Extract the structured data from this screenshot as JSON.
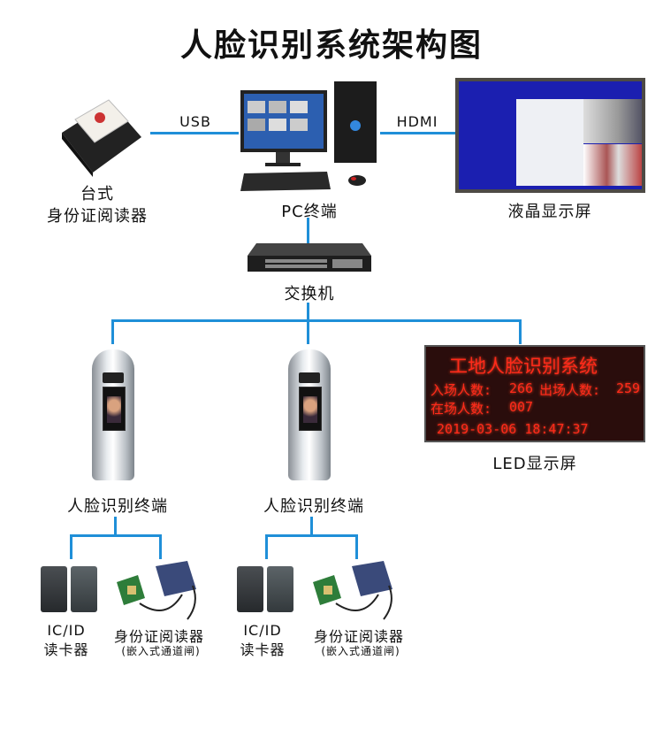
{
  "title": "人脸识别系统架构图",
  "nodes": {
    "desk_reader": {
      "line1": "台式",
      "line2": "身份证阅读器"
    },
    "pc": "PC终端",
    "lcd": "液晶显示屏",
    "switch": "交换机",
    "led": "LED显示屏",
    "terminal1": "人脸识别终端",
    "terminal2": "人脸识别终端"
  },
  "links": {
    "usb": "USB",
    "hdmi": "HDMI"
  },
  "led_screen": {
    "title": "工地人脸识别系统",
    "in_label": "入场人数:",
    "in_value": "266",
    "out_label": "出场人数:",
    "out_value": "259",
    "present_label": "在场人数:",
    "present_value": "007",
    "datetime": "2019-03-06 18:47:37"
  },
  "groups": [
    {
      "card_reader": {
        "line1": "IC/ID",
        "line2": "读卡器"
      },
      "id_reader": {
        "line1": "身份证阅读器",
        "line2": "(嵌入式通道闸)"
      }
    },
    {
      "card_reader": {
        "line1": "IC/ID",
        "line2": "读卡器"
      },
      "id_reader": {
        "line1": "身份证阅读器",
        "line2": "(嵌入式通道闸)"
      }
    }
  ],
  "colors": {
    "line": "#1f8fd8",
    "led_text": "#ff2a1a",
    "lcd_blue": "#1b1fb0"
  }
}
